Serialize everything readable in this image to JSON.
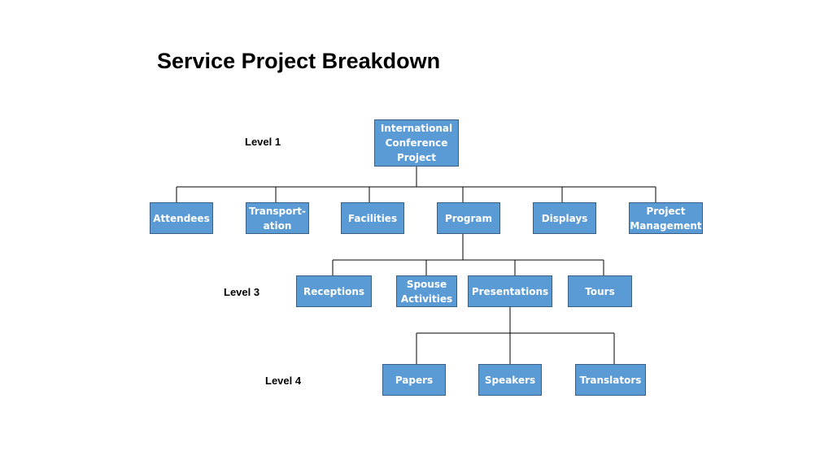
{
  "title": "Service Project Breakdown",
  "levels": {
    "level1": "Level 1",
    "level3": "Level 3",
    "level4": "Level 4"
  },
  "colors": {
    "node_fill": "#5b9bd5",
    "node_border": "#3a5f86",
    "connector": "#000000"
  },
  "nodes": {
    "root": "International\nConference\nProject",
    "attendees": "Attendees",
    "transportation": "Transport-\nation",
    "facilities": "Facilities",
    "program": "Program",
    "displays": "Displays",
    "project_management": "Project\nManagement",
    "receptions": "Receptions",
    "spouse_activities": "Spouse\nActivities",
    "presentations": "Presentations",
    "tours": "Tours",
    "papers": "Papers",
    "speakers": "Speakers",
    "translators": "Translators"
  }
}
